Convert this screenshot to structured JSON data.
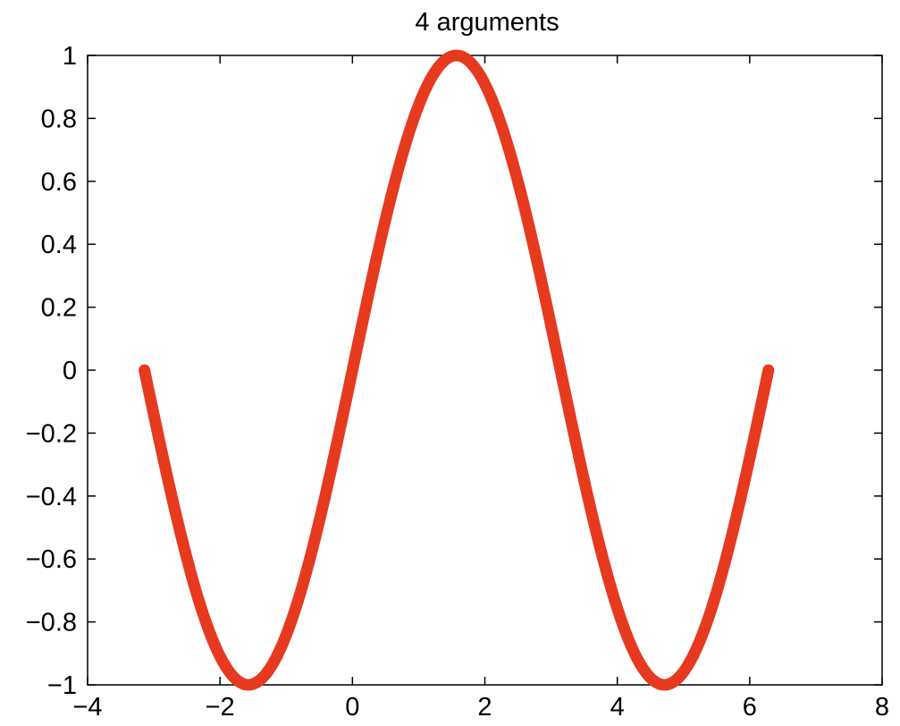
{
  "chart_data": {
    "type": "line",
    "title": "4 arguments",
    "xlabel": "",
    "ylabel": "",
    "xlim": [
      -4,
      8
    ],
    "ylim": [
      -1,
      1
    ],
    "xticks": [
      -4,
      -2,
      0,
      2,
      4,
      6,
      8
    ],
    "yticks": [
      -1,
      -0.8,
      -0.6,
      -0.4,
      -0.2,
      0,
      0.2,
      0.4,
      0.6,
      0.8,
      1
    ],
    "xtick_labels": [
      "−4",
      "−2",
      "0",
      "2",
      "4",
      "6",
      "8"
    ],
    "ytick_labels": [
      "−1",
      "−0.8",
      "−0.6",
      "−0.4",
      "−0.2",
      "0",
      "0.2",
      "0.4",
      "0.6",
      "0.8",
      "1"
    ],
    "grid": false,
    "series": [
      {
        "function": "sin",
        "x_start": -3.1416,
        "x_end": 6.2832,
        "color": "#e63a1f"
      }
    ]
  }
}
